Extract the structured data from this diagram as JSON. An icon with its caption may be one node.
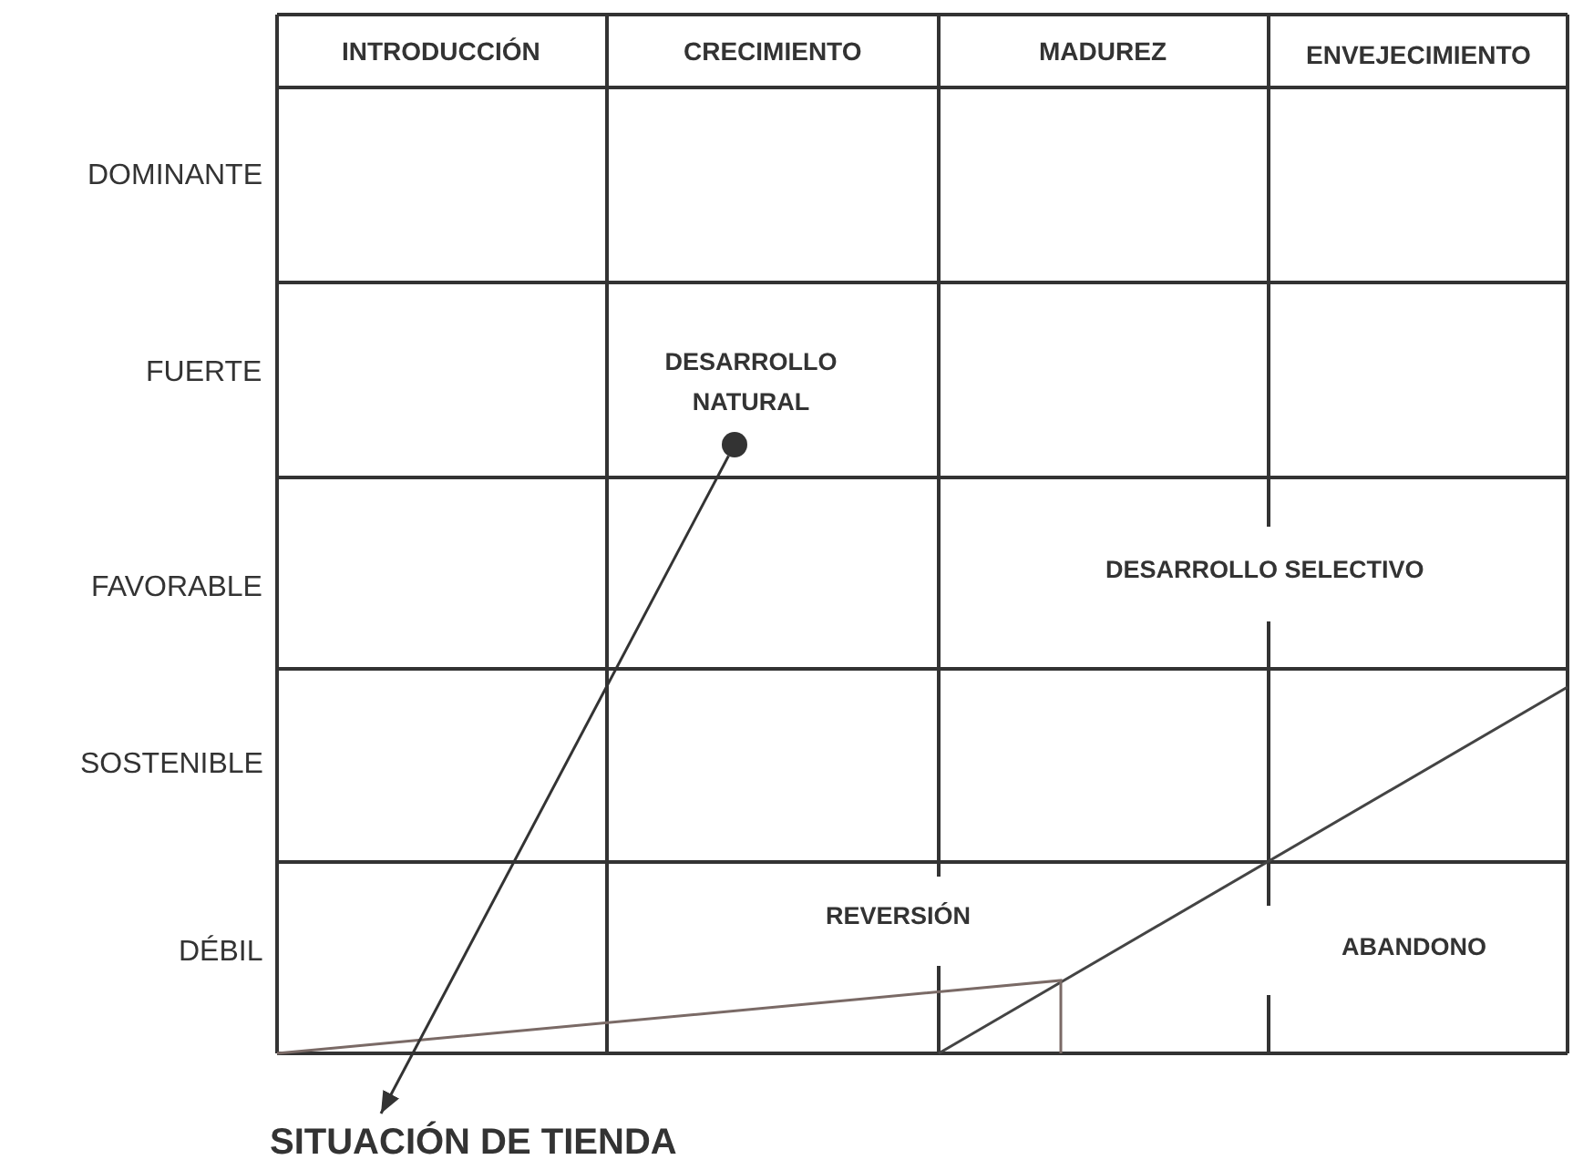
{
  "diagram": {
    "nodes": [
      {
        "text": [],
        "shape": "circle"
      },
      {
        "text": [
          "SITUACIÓN DE TIENDA"
        ]
      }
    ],
    "edges": [
      {
        "from": 0,
        "to": 1,
        "arrow": "to"
      }
    ],
    "labels": [
      "INTRODUCCIÓN",
      "CRECIMIENTO",
      "MADUREZ",
      "ENVEJECIMIENTO",
      "DOMINANTE",
      "FUERTE",
      "DESARROLLO NATURAL",
      "FAVORABLE",
      "DESARROLLO SELECTIVO",
      "SOSTENIBLE",
      "DÉBIL",
      "REVERSIÓN",
      "ABANDONO"
    ]
  }
}
